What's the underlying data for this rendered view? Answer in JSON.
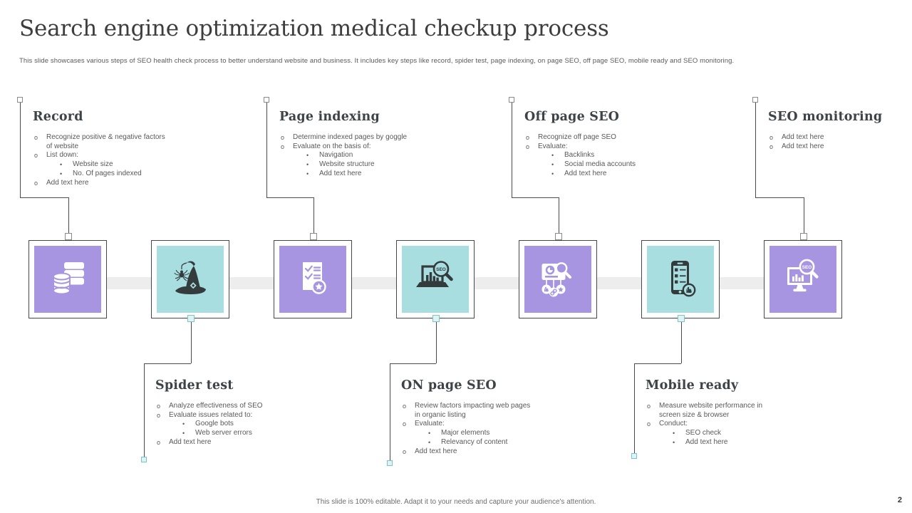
{
  "slide": {
    "title": "Search engine optimization medical checkup process",
    "subtitle": "This slide showcases various steps of SEO health check process to better understand website and business. It includes key steps like record, spider test, page indexing, on page SEO, off page SEO, mobile ready and SEO monitoring.",
    "footer": "This slide is 100% editable.  Adapt it to your needs and capture your audience's attention.",
    "page_number": "2"
  },
  "colors": {
    "purple": "#A795E2",
    "teal": "#A9DEE1",
    "icon_dark": "#333B3D",
    "band_gray": "#EDEDED",
    "body_text": "#595959",
    "heading_text": "#3E4347"
  },
  "bullet_markers": {
    "l1": "o",
    "l2": "•"
  },
  "icons": {
    "seo_label": "SEO",
    "names": [
      "database-icon",
      "witch-hat-spider-icon",
      "document-check-star-icon",
      "laptop-seo-icon",
      "webpage-links-icon",
      "mobile-checklist-icon",
      "monitor-seo-icon"
    ]
  },
  "steps": [
    {
      "id": "record",
      "title": "Record",
      "icon": "database-icon",
      "position": "top",
      "bullets": [
        {
          "l": 1,
          "t": "Recognize positive & negative factors\nof website"
        },
        {
          "l": 1,
          "t": "List down:"
        },
        {
          "l": 2,
          "t": "Website size"
        },
        {
          "l": 2,
          "t": "No. Of pages indexed"
        },
        {
          "l": 1,
          "t": "Add text here"
        }
      ]
    },
    {
      "id": "spider-test",
      "title": "Spider test",
      "icon": "witch-hat-spider-icon",
      "position": "bottom",
      "bullets": [
        {
          "l": 1,
          "t": "Analyze effectiveness of SEO"
        },
        {
          "l": 1,
          "t": "Evaluate issues related to:"
        },
        {
          "l": 2,
          "t": "Google bots"
        },
        {
          "l": 2,
          "t": "Web server errors"
        },
        {
          "l": 1,
          "t": "Add text here"
        }
      ]
    },
    {
      "id": "page-indexing",
      "title": "Page indexing",
      "icon": "document-check-star-icon",
      "position": "top",
      "bullets": [
        {
          "l": 1,
          "t": "Determine indexed pages by goggle"
        },
        {
          "l": 1,
          "t": "Evaluate on the basis of:"
        },
        {
          "l": 2,
          "t": "Navigation"
        },
        {
          "l": 2,
          "t": "Website structure"
        },
        {
          "l": 2,
          "t": "Add text here"
        }
      ]
    },
    {
      "id": "on-page-seo",
      "title": "ON page SEO",
      "icon": "laptop-seo-icon",
      "position": "bottom",
      "bullets": [
        {
          "l": 1,
          "t": "Review factors impacting web pages\nin organic listing"
        },
        {
          "l": 1,
          "t": "Evaluate:"
        },
        {
          "l": 2,
          "t": "Major elements"
        },
        {
          "l": 2,
          "t": "Relevancy of content"
        },
        {
          "l": 1,
          "t": "Add text here"
        }
      ]
    },
    {
      "id": "off-page-seo",
      "title": "Off page SEO",
      "icon": "webpage-links-icon",
      "position": "top",
      "bullets": [
        {
          "l": 1,
          "t": "Recognize off page SEO"
        },
        {
          "l": 1,
          "t": "Evaluate:"
        },
        {
          "l": 2,
          "t": "Backlinks"
        },
        {
          "l": 2,
          "t": "Social media accounts"
        },
        {
          "l": 2,
          "t": "Add text here"
        }
      ]
    },
    {
      "id": "mobile-ready",
      "title": "Mobile ready",
      "icon": "mobile-checklist-icon",
      "position": "bottom",
      "bullets": [
        {
          "l": 1,
          "t": "Measure website performance in\nscreen size & browser"
        },
        {
          "l": 1,
          "t": "Conduct:"
        },
        {
          "l": 2,
          "t": "SEO check"
        },
        {
          "l": 2,
          "t": "Add text here"
        }
      ]
    },
    {
      "id": "seo-monitoring",
      "title": "SEO monitoring",
      "icon": "monitor-seo-icon",
      "position": "top",
      "bullets": [
        {
          "l": 1,
          "t": "Add text here"
        },
        {
          "l": 1,
          "t": "Add text here"
        }
      ]
    }
  ]
}
